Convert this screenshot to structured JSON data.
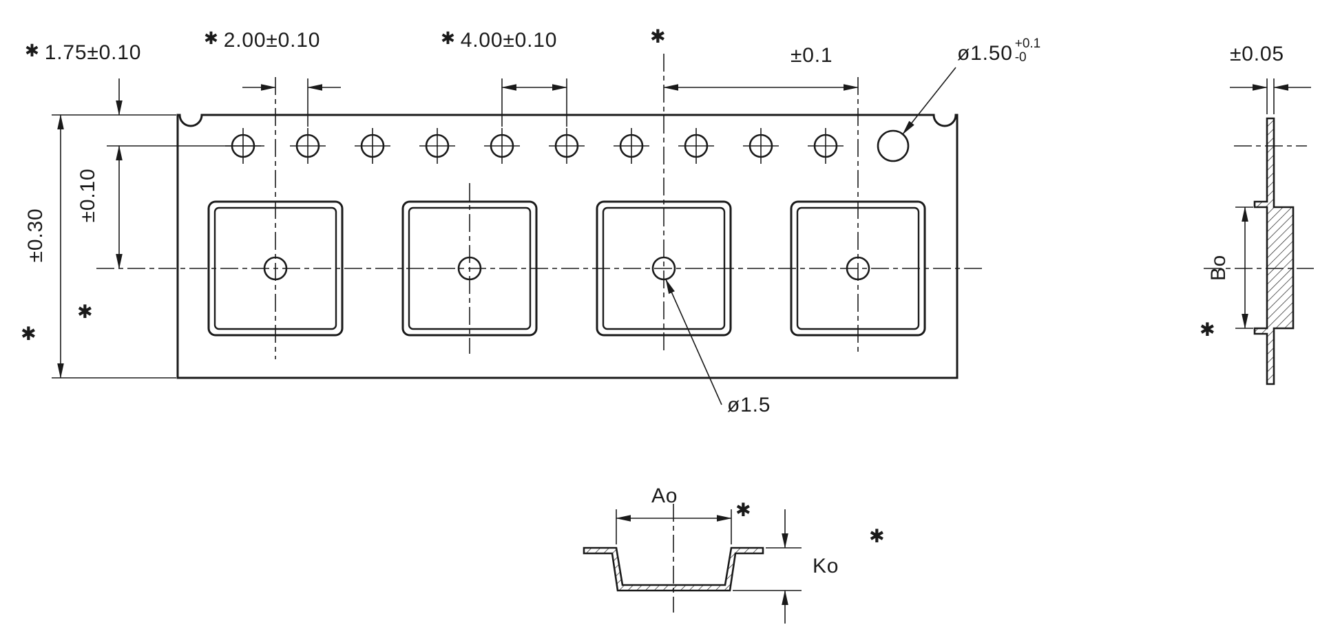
{
  "colors": {
    "line": "#1a1a1a",
    "background": "#ffffff"
  },
  "symbols": {
    "asterisk": "✱"
  },
  "top_view": {
    "edge_to_hole": "1.75±0.10",
    "hole_pitch": "2.00±0.10",
    "pocket_pitch": "4.00±0.10",
    "cumulative_tolerance": "±0.1",
    "sprocket_hole_diameter": "ø1.50",
    "sprocket_hole_tol_upper": "+0.1",
    "sprocket_hole_tol_lower": "-0",
    "tape_width_tolerance": "±0.30",
    "hole_to_pocket_tolerance": "±0.10",
    "pocket_center_hole_diameter": "ø1.5"
  },
  "side_view": {
    "thickness_tolerance": "±0.05",
    "pocket_length_label": "Bo"
  },
  "section_view": {
    "pocket_width_label": "Ao",
    "pocket_depth_label": "Ko"
  }
}
